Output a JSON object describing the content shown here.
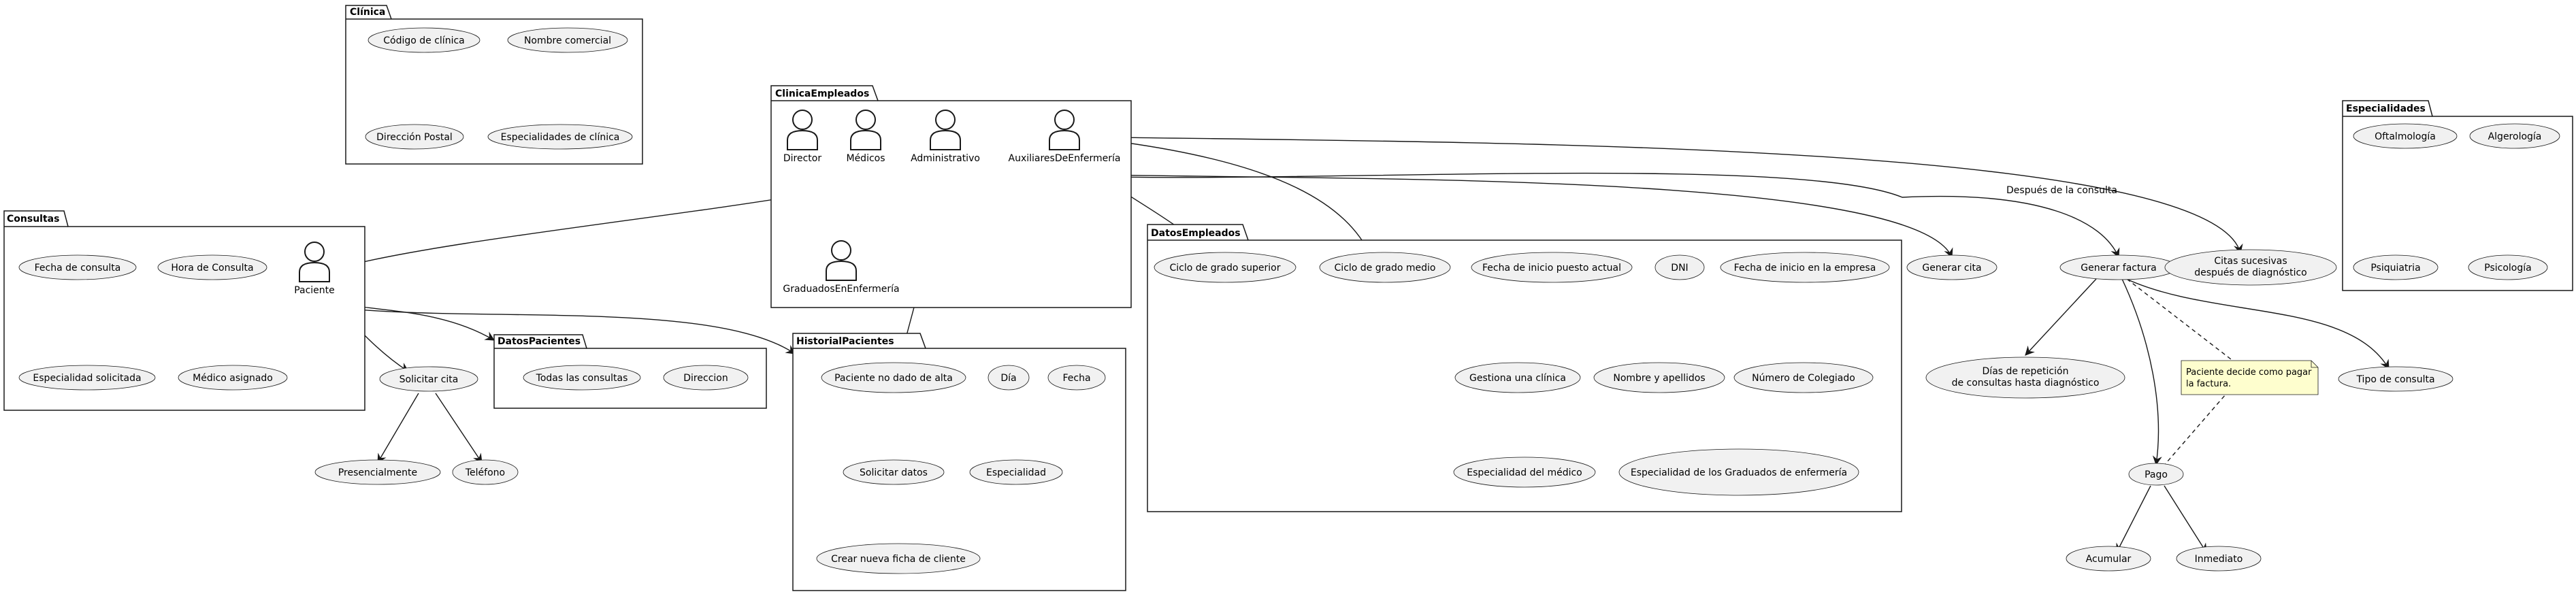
{
  "packages": {
    "clinica": {
      "name": "Clínica",
      "usecases": [
        "Código de clínica",
        "Nombre comercial",
        "Dirección Postal",
        "Especialidades de clínica"
      ]
    },
    "clinica_empleados": {
      "name": "ClinicaEmpleados",
      "actors": [
        "Director",
        "Médicos",
        "Administrativo",
        "AuxiliaresDeEnfermería",
        "GraduadosEnEnfermería"
      ]
    },
    "consultas": {
      "name": "Consultas",
      "usecases": [
        "Fecha de consulta",
        "Hora de Consulta",
        "Especialidad solicitada",
        "Médico asignado"
      ],
      "actor": "Paciente"
    },
    "datos_pacientes": {
      "name": "DatosPacientes",
      "usecases": [
        "Todas las consultas",
        "Direccion"
      ]
    },
    "historial_pacientes": {
      "name": "HistorialPacientes",
      "usecases": [
        "Paciente no dado de alta",
        "Día",
        "Fecha",
        "Solicitar datos",
        "Especialidad",
        "Crear nueva ficha de cliente"
      ]
    },
    "datos_empleados": {
      "name": "DatosEmpleados",
      "usecases": [
        "Ciclo de grado superior",
        "Ciclo de grado medio",
        "Fecha de inicio puesto actual",
        "DNI",
        "Fecha de inicio en la empresa",
        "Gestiona una clínica",
        "Nombre y apellidos",
        "Número de Colegiado",
        "Especialidad del médico",
        "Especialidad de los Graduados de enfermería"
      ]
    },
    "especialidades": {
      "name": "Especialidades",
      "usecases": [
        "Oftalmología",
        "Algerología",
        "Psiquiatria",
        "Psicología"
      ]
    }
  },
  "free_usecases": {
    "solicitar_cita": "Solicitar cita",
    "presencialmente": "Presencialmente",
    "telefono": "Teléfono",
    "generar_cita": "Generar cita",
    "generar_factura": "Generar factura",
    "citas_sucesivas": [
      "Citas sucesivas",
      "después de diagnóstico"
    ],
    "dias_repeticion": [
      "Días de repetición",
      "de consultas hasta diagnóstico"
    ],
    "tipo_consulta": "Tipo de consulta",
    "pago": "Pago",
    "acumular": "Acumular",
    "inmediato": "Inmediato"
  },
  "edge_labels": {
    "despues_consulta": "Después de la consulta"
  },
  "note": {
    "lines": [
      "Paciente decide como pagar",
      "la factura."
    ]
  },
  "colors": {
    "usecase_fill": "#f1f1f1",
    "stroke": "#181818",
    "note_fill": "#fefece"
  }
}
